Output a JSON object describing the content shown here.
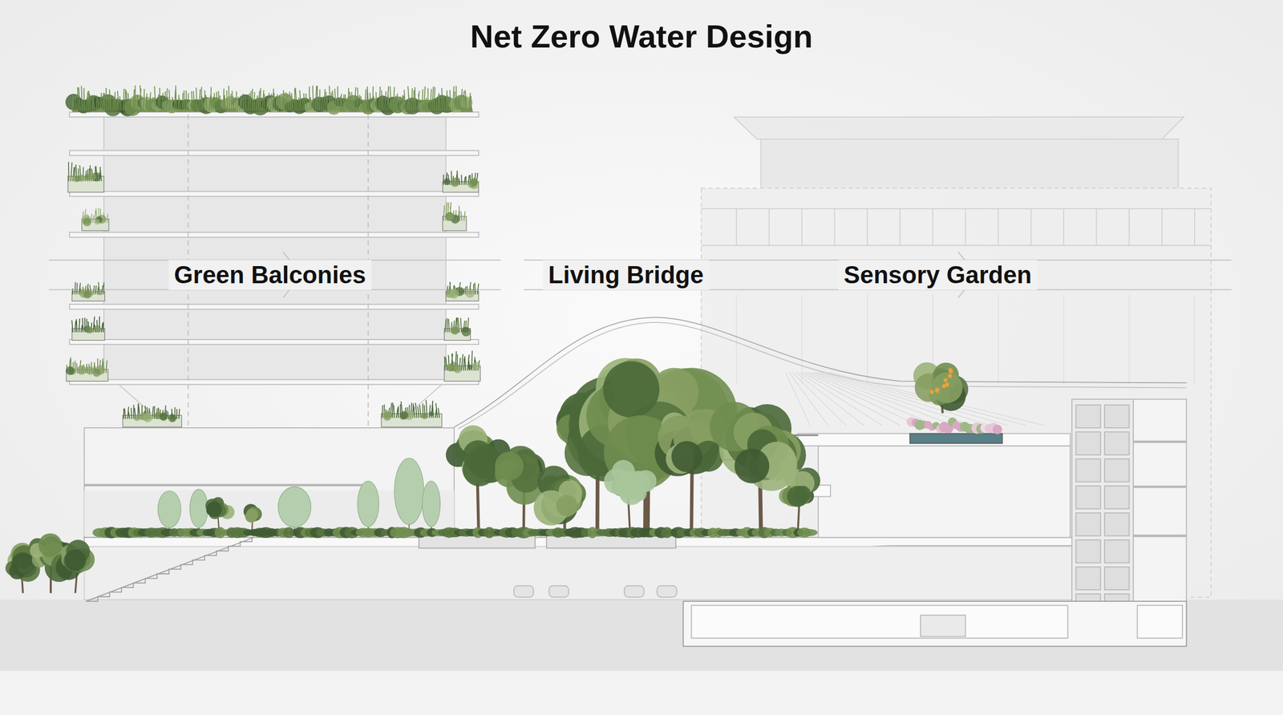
{
  "diagram": {
    "title": "Net Zero Water Design",
    "labels": [
      "Green Balconies",
      "Living Bridge",
      "Sensory Garden"
    ]
  }
}
